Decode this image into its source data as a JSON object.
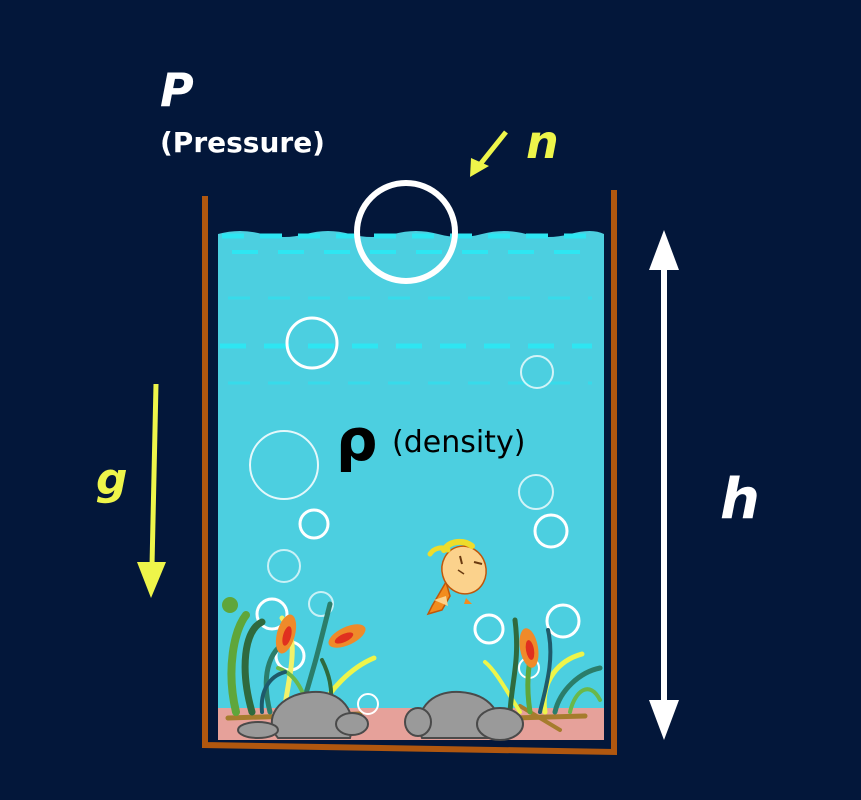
{
  "labels": {
    "pressure_symbol": "P",
    "pressure_name": "(Pressure)",
    "normal_symbol": "n",
    "gravity_symbol": "g",
    "height_symbol": "h",
    "density_symbol": "ρ",
    "density_name": "(density)"
  },
  "colors": {
    "background": "#03173a",
    "water": "#4ccfe0",
    "container": "#b0570f",
    "accent_yellow": "#eef54a",
    "white": "#ffffff",
    "sand": "#e6a19a",
    "rock": "#9a9a9a"
  }
}
